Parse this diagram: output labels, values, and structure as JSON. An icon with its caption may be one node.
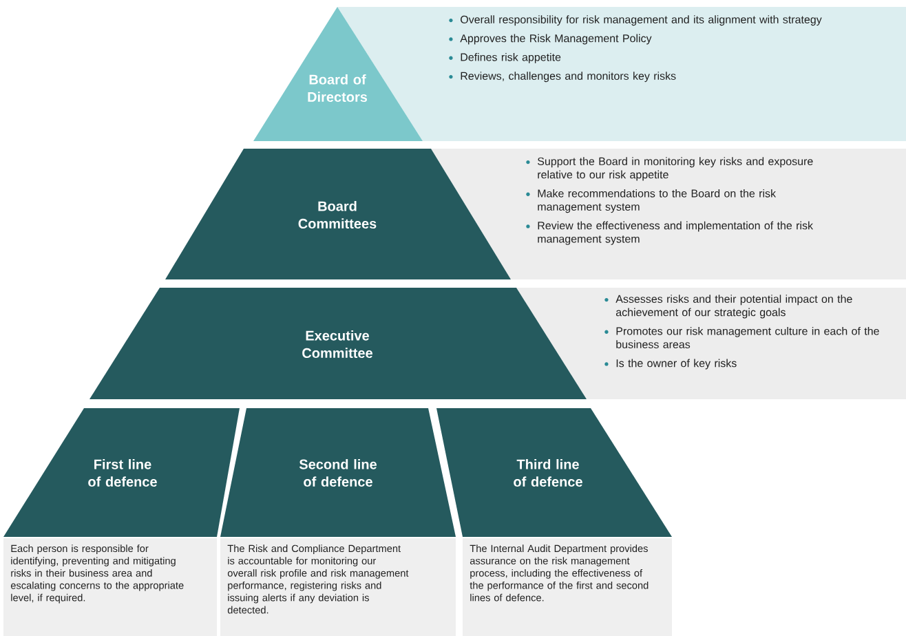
{
  "diagram": {
    "nodes": [
      {
        "text": [
          "Overall responsibility for risk management and its alignment with strategy",
          "Approves the Risk Management Policy",
          "Defines risk appetite",
          "Reviews, challenges and monitors key risks"
        ]
      },
      {
        "text": [
          "Board of Directors"
        ]
      },
      {
        "text": [
          "Support the Board in monitoring key risks and exposure relative to our risk appetite",
          "Make recommendations to the Board on the risk management system",
          "Review the effectiveness and implementation of the risk management system"
        ]
      },
      {
        "text": [
          "Board Committees"
        ]
      },
      {
        "text": [
          "Assesses risks and their potential impact on the achievement of our strategic goals",
          "Promotes our risk management culture in each of the business areas",
          "Is the owner of key risks"
        ]
      },
      {
        "text": [
          "Executive Committee"
        ]
      },
      {
        "text": [
          "First line of defence"
        ]
      },
      {
        "text": [
          "Second line of defence"
        ]
      },
      {
        "text": [
          "Third line of defence"
        ]
      },
      {
        "text": [
          "Each person is responsible for identifying, preventing and mitigating risks in their business area and escalating concerns to the appropriate level, if required."
        ]
      },
      {
        "text": [
          "The Risk and Compliance Department is accountable for monitoring our overall risk profile and risk management performance, registering risks and issuing alerts if any deviation is detected."
        ]
      },
      {
        "text": [
          "The Internal Audit Department provides assurance on the risk management process, including the effectiveness of the performance of the first and second lines of defence."
        ]
      }
    ]
  }
}
